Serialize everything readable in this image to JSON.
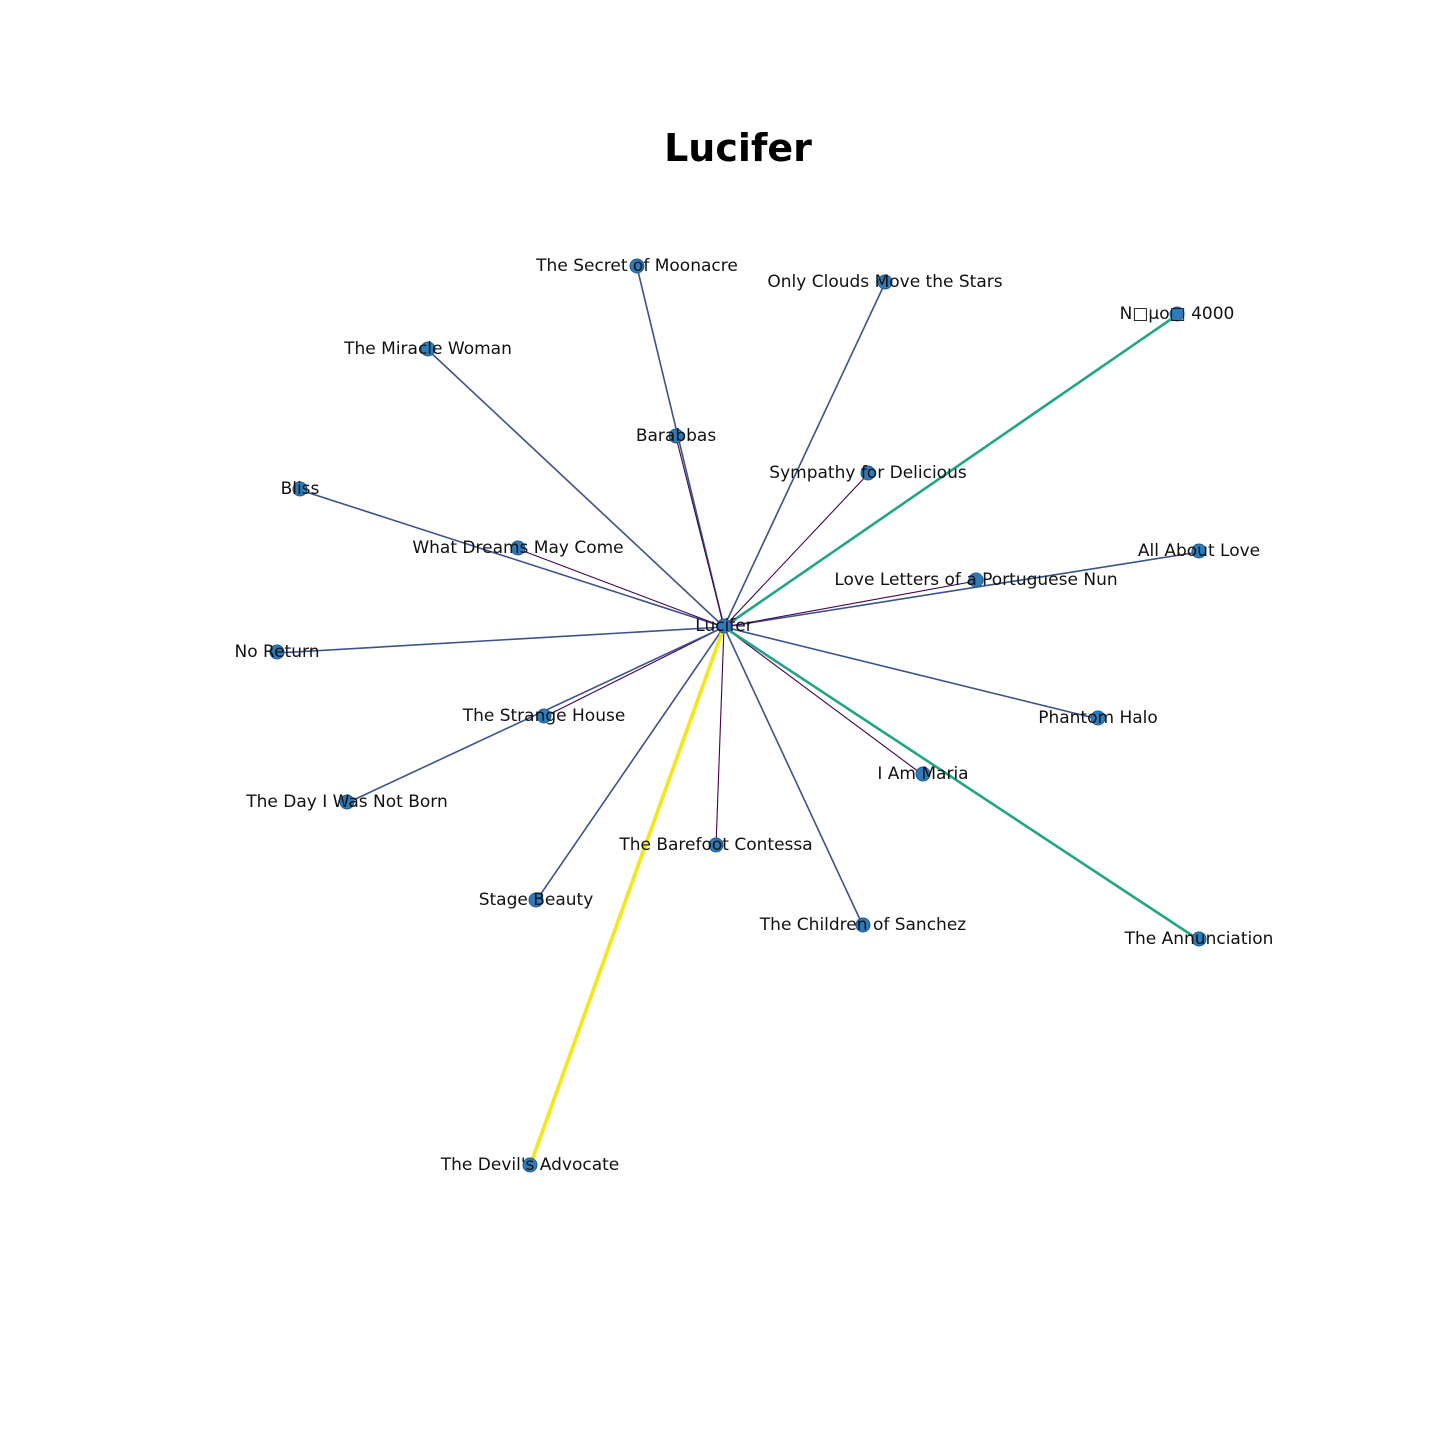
{
  "title": "Lucifer",
  "colors": {
    "node": "#2f7ab9",
    "node_stroke": "#1f5d94",
    "edge_dark": "#440154",
    "edge_mid": "#3b528b",
    "edge_teal": "#21a585",
    "edge_yellow": "#f4e61e"
  },
  "center": {
    "label": "Lucifer"
  },
  "nodes": [
    {
      "label": "The Secret of Moonacre",
      "tier": "mid"
    },
    {
      "label": "Only Clouds Move the Stars",
      "tier": "mid"
    },
    {
      "label": "N□μο□ 4000",
      "tier": "teal"
    },
    {
      "label": "The Miracle Woman",
      "tier": "mid"
    },
    {
      "label": "Barabbas",
      "tier": "dark"
    },
    {
      "label": "Sympathy for Delicious",
      "tier": "dark"
    },
    {
      "label": "Bliss",
      "tier": "mid"
    },
    {
      "label": "What Dreams May Come",
      "tier": "dark"
    },
    {
      "label": "All About Love",
      "tier": "mid"
    },
    {
      "label": "Love Letters of a Portuguese Nun",
      "tier": "dark"
    },
    {
      "label": "No Return",
      "tier": "mid"
    },
    {
      "label": "The Strange House",
      "tier": "dark"
    },
    {
      "label": "Phantom Halo",
      "tier": "mid"
    },
    {
      "label": "I Am Maria",
      "tier": "dark"
    },
    {
      "label": "The Day I Was Not Born",
      "tier": "mid"
    },
    {
      "label": "The Barefoot Contessa",
      "tier": "dark"
    },
    {
      "label": "Stage Beauty",
      "tier": "mid"
    },
    {
      "label": "The Children of Sanchez",
      "tier": "mid"
    },
    {
      "label": "The Annunciation",
      "tier": "teal"
    },
    {
      "label": "The Devil's Advocate",
      "tier": "yellow"
    }
  ]
}
